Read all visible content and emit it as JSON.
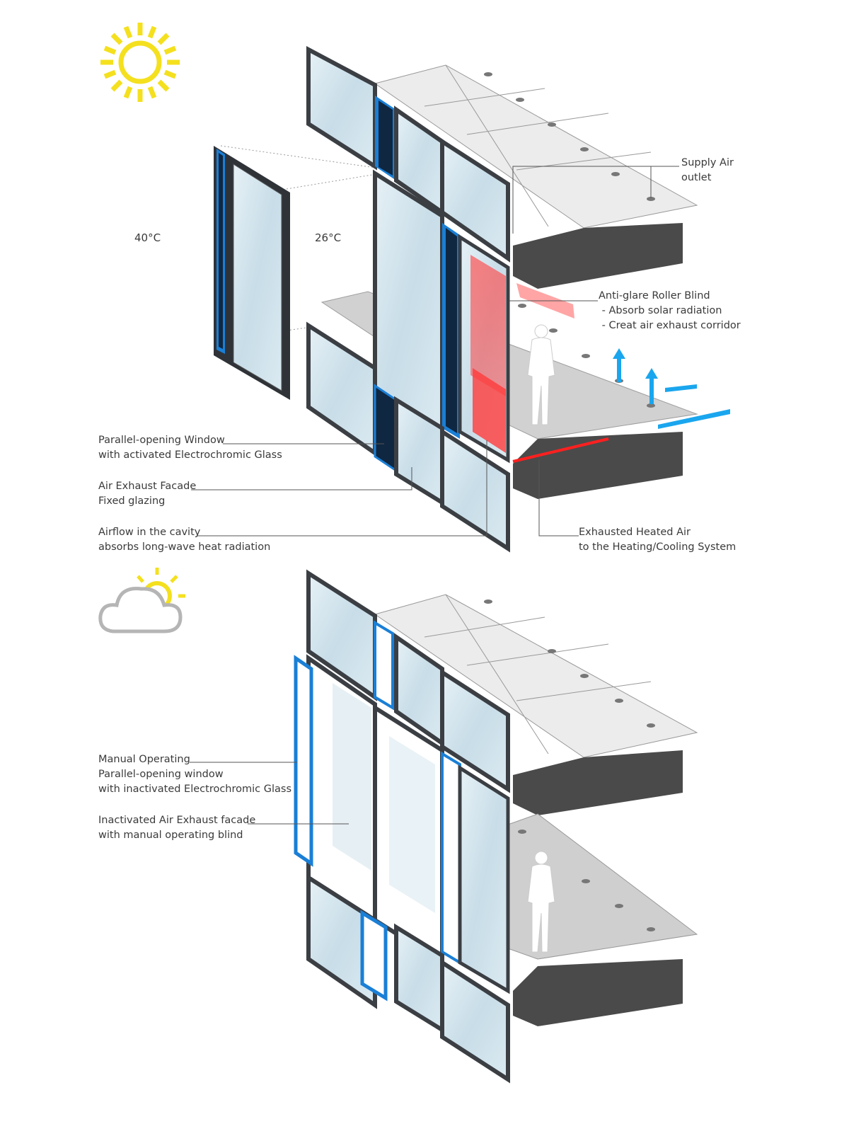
{
  "temperatures": {
    "outside": "40°C",
    "inside": "26°C"
  },
  "labels_top": {
    "supply_air": [
      "Supply Air",
      "outlet"
    ],
    "roller_blind": [
      "Anti-glare Roller Blind",
      " - Absorb solar radiation",
      " - Creat air exhaust corridor"
    ],
    "parallel_window": [
      "Parallel-opening Window",
      "with activated Electrochromic Glass"
    ],
    "air_exhaust": [
      "Air Exhaust Facade",
      "Fixed glazing"
    ],
    "airflow": [
      "Airflow in the cavity",
      "absorbs long-wave heat radiation"
    ],
    "exhausted_air": [
      "Exhausted Heated Air",
      "to the Heating/Cooling System"
    ]
  },
  "labels_bottom": {
    "manual_window": [
      "Manual Operating",
      "Parallel-opening window",
      "with inactivated Electrochromic Glass"
    ],
    "inactive_facade": [
      "Inactivated Air Exhaust facade",
      "with manual operating blind"
    ]
  },
  "icons": {
    "top": "sun-icon",
    "bottom": "cloud-with-sun-icon"
  },
  "colors": {
    "sun": "#f4e01e",
    "cloud": "#b5b5b5",
    "frame": "#3b3f44",
    "glass": "#cfe2ec",
    "electrochromic": "#1a7fd6",
    "heat_arrow": "#ff3b3b",
    "cool_arrow": "#1aa6ee",
    "slab": "#4a4a4a",
    "ceiling": "#ececec"
  }
}
